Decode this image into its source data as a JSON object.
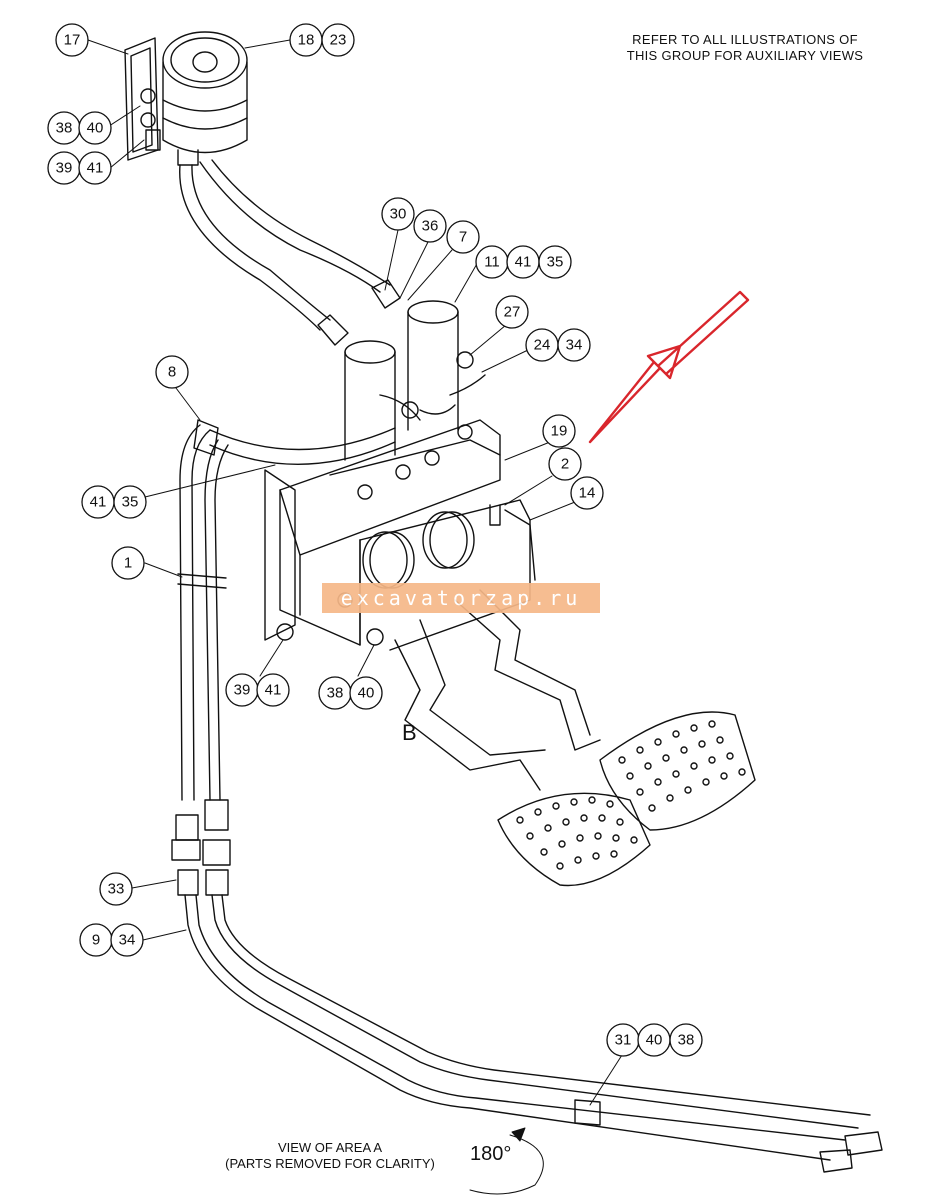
{
  "note": {
    "line1": "REFER TO ALL ILLUSTRATIONS OF",
    "line2": "THIS GROUP FOR AUXILIARY VIEWS"
  },
  "view_caption": {
    "line1": "VIEW OF AREA A",
    "line2": "(PARTS REMOVED FOR CLARITY)"
  },
  "rotation_label": "180°",
  "area_label": "B",
  "watermark": "excavatorzap.ru",
  "callouts": [
    {
      "id": "c-17",
      "labels": [
        "17"
      ]
    },
    {
      "id": "c-18-23",
      "labels": [
        "18",
        "23"
      ]
    },
    {
      "id": "c-38-40-top",
      "labels": [
        "38",
        "40"
      ]
    },
    {
      "id": "c-39-41-top",
      "labels": [
        "39",
        "41"
      ]
    },
    {
      "id": "c-30",
      "labels": [
        "30"
      ]
    },
    {
      "id": "c-36",
      "labels": [
        "36"
      ]
    },
    {
      "id": "c-7",
      "labels": [
        "7"
      ]
    },
    {
      "id": "c-11-41-35",
      "labels": [
        "11",
        "41",
        "35"
      ]
    },
    {
      "id": "c-27",
      "labels": [
        "27"
      ]
    },
    {
      "id": "c-24-34",
      "labels": [
        "24",
        "34"
      ]
    },
    {
      "id": "c-8",
      "labels": [
        "8"
      ]
    },
    {
      "id": "c-19",
      "labels": [
        "19"
      ]
    },
    {
      "id": "c-2",
      "labels": [
        "2"
      ]
    },
    {
      "id": "c-14",
      "labels": [
        "14"
      ]
    },
    {
      "id": "c-41-35",
      "labels": [
        "41",
        "35"
      ]
    },
    {
      "id": "c-1",
      "labels": [
        "1"
      ]
    },
    {
      "id": "c-39-41-bottom",
      "labels": [
        "39",
        "41"
      ]
    },
    {
      "id": "c-38-40-bottom",
      "labels": [
        "38",
        "40"
      ]
    },
    {
      "id": "c-33",
      "labels": [
        "33"
      ]
    },
    {
      "id": "c-9-34",
      "labels": [
        "9",
        "34"
      ]
    },
    {
      "id": "c-31-40-38",
      "labels": [
        "31",
        "40",
        "38"
      ]
    }
  ],
  "colors": {
    "line": "#111111",
    "arrow": "#d9262c",
    "watermark_bg": "#f6b888"
  }
}
